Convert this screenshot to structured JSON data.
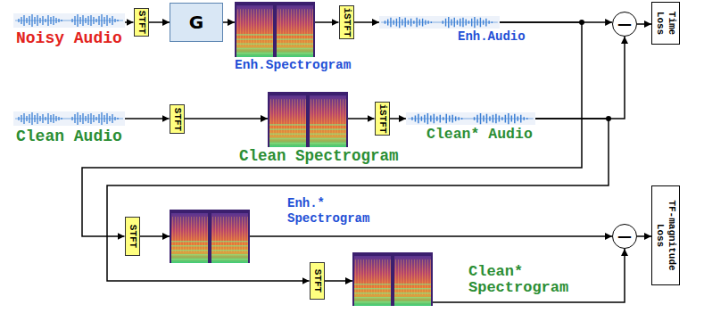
{
  "diagram": {
    "nodes": [
      {
        "text": [
          "Noisy Audio"
        ]
      },
      {
        "text": [
          "STFT"
        ]
      },
      {
        "text": [
          "G"
        ]
      },
      {
        "text": [
          "Enh.Spectrogram"
        ]
      },
      {
        "text": [
          "iSTFT"
        ]
      },
      {
        "text": [
          "Enh.Audio"
        ]
      },
      {
        "text": [
          "—"
        ]
      },
      {
        "text": [
          "Time Loss"
        ]
      },
      {
        "text": [
          "Clean Audio"
        ]
      },
      {
        "text": [
          "STFT"
        ]
      },
      {
        "text": [
          "Clean Spectrogram"
        ]
      },
      {
        "text": [
          "iSTFT"
        ]
      },
      {
        "text": [
          "Clean* Audio"
        ]
      },
      {
        "text": [
          "STFT"
        ]
      },
      {
        "text": [
          "Enh.* Spectrogram"
        ]
      },
      {
        "text": [
          "STFT"
        ]
      },
      {
        "text": [
          "Clean* Spectrogram"
        ]
      },
      {
        "text": [
          "—"
        ]
      },
      {
        "text": [
          "TF-magnitude Loss"
        ]
      }
    ],
    "edges": [
      {
        "from": 0,
        "to": 1,
        "arrow": "to"
      },
      {
        "from": 1,
        "to": 2,
        "arrow": "to"
      },
      {
        "from": 2,
        "to": 3,
        "arrow": "to"
      },
      {
        "from": 3,
        "to": 4,
        "arrow": "to"
      },
      {
        "from": 4,
        "to": 5,
        "arrow": "to"
      },
      {
        "from": 5,
        "to": 6,
        "arrow": "to"
      },
      {
        "from": 6,
        "to": 7,
        "arrow": "to"
      },
      {
        "from": 8,
        "to": 9,
        "arrow": "to"
      },
      {
        "from": 9,
        "to": 10,
        "arrow": "to"
      },
      {
        "from": 10,
        "to": 11,
        "arrow": "to"
      },
      {
        "from": 11,
        "to": 12,
        "arrow": "to"
      },
      {
        "from": 12,
        "to": 6,
        "arrow": "to"
      },
      {
        "from": 5,
        "to": 13,
        "arrow": "to"
      },
      {
        "from": 13,
        "to": 14,
        "arrow": "to"
      },
      {
        "from": 14,
        "to": 17,
        "arrow": "to"
      },
      {
        "from": 12,
        "to": 15,
        "arrow": "to"
      },
      {
        "from": 15,
        "to": 16,
        "arrow": "to"
      },
      {
        "from": 16,
        "to": 17,
        "arrow": "to"
      },
      {
        "from": 17,
        "to": 18,
        "arrow": "to"
      }
    ]
  }
}
